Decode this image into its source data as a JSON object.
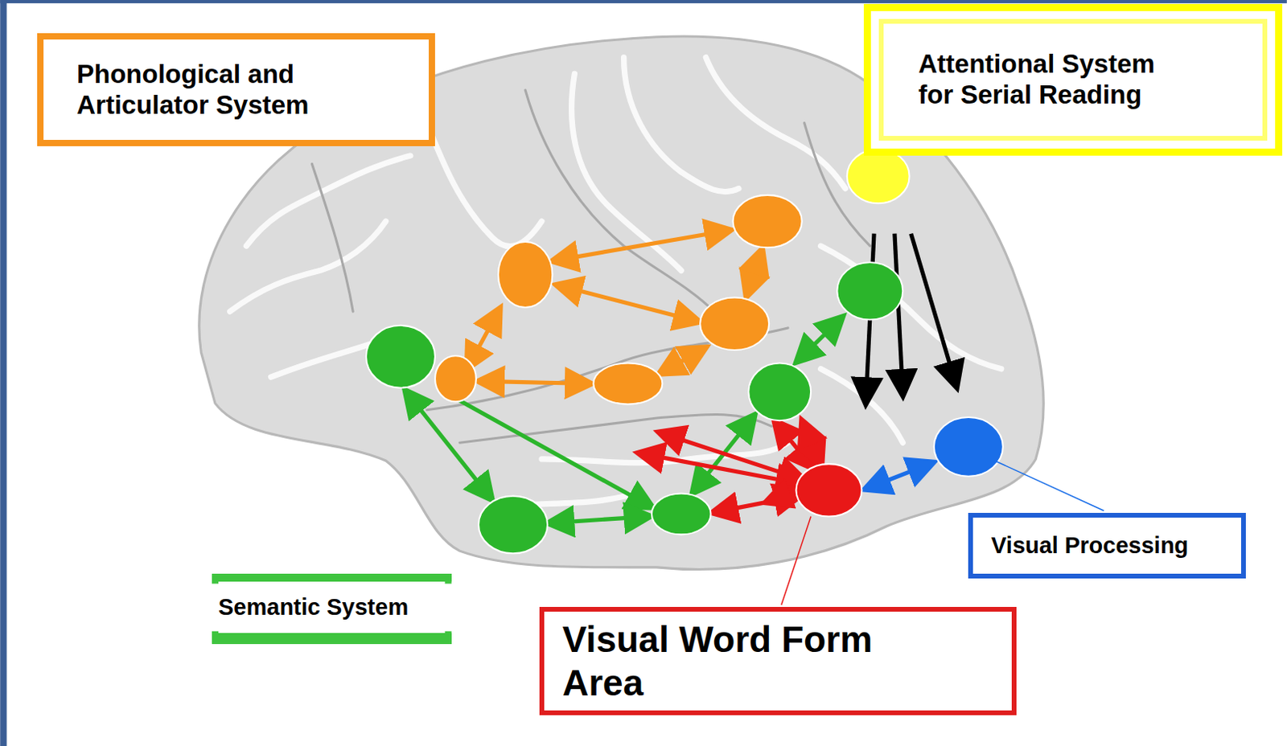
{
  "diagram": {
    "nodes": [
      {
        "text": [
          "Phonological and Articulator System"
        ]
      },
      {
        "text": [
          "Attentional System for Serial Reading"
        ]
      },
      {
        "text": [
          "Visual Processing"
        ]
      },
      {
        "text": [
          "Semantic System"
        ]
      },
      {
        "text": [
          "Visual Word Form Area"
        ]
      }
    ]
  }
}
